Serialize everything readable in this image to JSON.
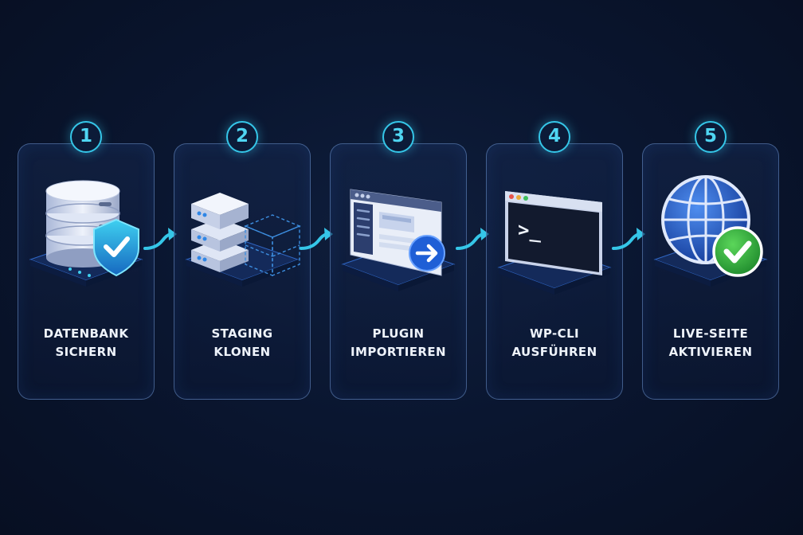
{
  "steps": [
    {
      "number": "1",
      "label_line1": "DATENBANK",
      "label_line2": "SICHERN",
      "icon": "database-shield-icon"
    },
    {
      "number": "2",
      "label_line1": "STAGING",
      "label_line2": "KLONEN",
      "icon": "server-clone-icon"
    },
    {
      "number": "3",
      "label_line1": "PLUGIN",
      "label_line2": "IMPORTIEREN",
      "icon": "browser-import-icon"
    },
    {
      "number": "4",
      "label_line1": "WP-CLI",
      "label_line2": "AUSFÜHREN",
      "icon": "terminal-icon"
    },
    {
      "number": "5",
      "label_line1": "LIVE-SEITE",
      "label_line2": "AKTIVIEREN",
      "icon": "globe-check-icon"
    }
  ],
  "terminal_prompt": ">_",
  "colors": {
    "background": "#0a1630",
    "accent": "#35c6e8",
    "card_border": "#6e96d2",
    "label_text": "#eef3fb",
    "success_green": "#2fae3c",
    "primary_blue": "#1e5fd8"
  }
}
